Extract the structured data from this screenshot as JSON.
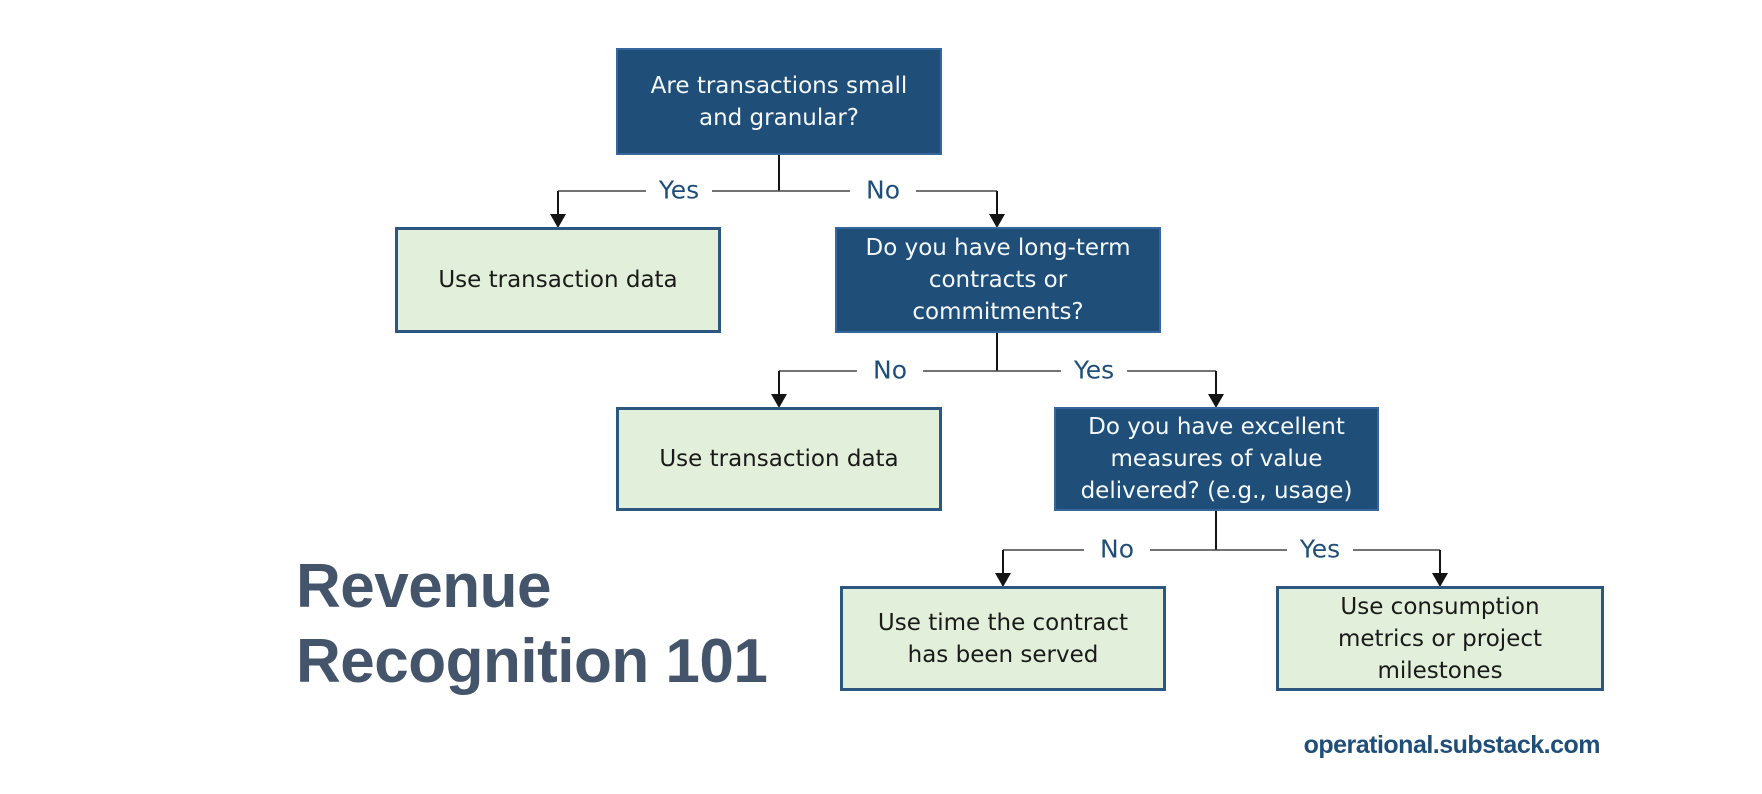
{
  "title": {
    "line1": "Revenue",
    "line2": "Recognition 101"
  },
  "footer": {
    "url": "operational.substack.com"
  },
  "diagram": {
    "nodes": {
      "q1": {
        "label": "Are transactions small and granular?",
        "type": "decision"
      },
      "a1": {
        "label": "Use transaction data",
        "type": "outcome"
      },
      "q2": {
        "label": "Do you have long-term contracts or commitments?",
        "type": "decision"
      },
      "a2": {
        "label": "Use transaction data",
        "type": "outcome"
      },
      "q3": {
        "label": "Do you have excellent measures of value delivered? (e.g., usage)",
        "type": "decision"
      },
      "a3": {
        "label": "Use time the contract has been served",
        "type": "outcome"
      },
      "a4": {
        "label": "Use consumption metrics or project milestones",
        "type": "outcome"
      }
    },
    "branch_labels": {
      "q1_yes": "Yes",
      "q1_no": "No",
      "q2_no": "No",
      "q2_yes": "Yes",
      "q3_no": "No",
      "q3_yes": "Yes"
    }
  },
  "colors": {
    "decision_fill": "#1f4e79",
    "decision_border": "#35679c",
    "decision_text": "#f4f8fb",
    "outcome_fill": "#e2efda",
    "outcome_border": "#2c5780",
    "outcome_text": "#1a1a1a",
    "branch_label": "#1f4e79",
    "title": "#44546a",
    "footer": "#1f4e79",
    "line_h": "#454545",
    "line_v": "#141414"
  }
}
